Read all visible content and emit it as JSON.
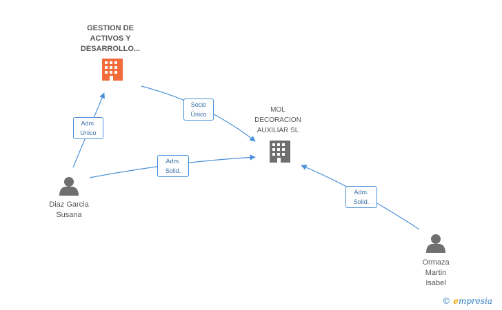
{
  "colors": {
    "edge": "#4a90d9",
    "company_main": "#f26b3a",
    "company": "#6f6f6f",
    "person": "#6f6f6f"
  },
  "nodes": {
    "company_main": {
      "lines": [
        "GESTION DE",
        "ACTIVOS Y",
        "DESARROLLO..."
      ],
      "icon": "building-icon"
    },
    "company": {
      "lines": [
        "MOL",
        "DECORACION",
        "AUXILIAR SL"
      ],
      "icon": "building-icon"
    },
    "person1": {
      "lines": [
        "Diaz Garcia",
        "Susana"
      ],
      "icon": "person-icon"
    },
    "person2": {
      "lines": [
        "Ormaza",
        "Martin",
        "Isabel"
      ],
      "icon": "person-icon"
    }
  },
  "edges": {
    "e1": {
      "lines": [
        "Adm.",
        "Unico"
      ]
    },
    "e2": {
      "lines": [
        "Socio",
        "Único"
      ]
    },
    "e3": {
      "lines": [
        "Adm.",
        "Solid."
      ]
    },
    "e4": {
      "lines": [
        "Adm.",
        "Solid."
      ]
    }
  },
  "brand": {
    "copyright": "©",
    "name_first": "e",
    "name_rest": "mpresia"
  }
}
